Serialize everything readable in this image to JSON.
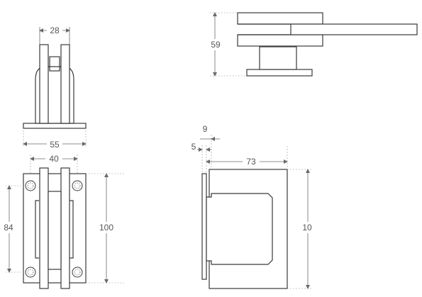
{
  "dimensions": {
    "top_width": "28",
    "base_width": "55",
    "hole_spacing_h": "40",
    "hole_spacing_v": "84",
    "total_height": "100",
    "side_height": "59",
    "offset_9": "9",
    "offset_5": "5",
    "depth": "73",
    "side_height_right": "10"
  },
  "colors": {
    "line": "#3a3a3a",
    "dimension": "#6a6a6a"
  }
}
